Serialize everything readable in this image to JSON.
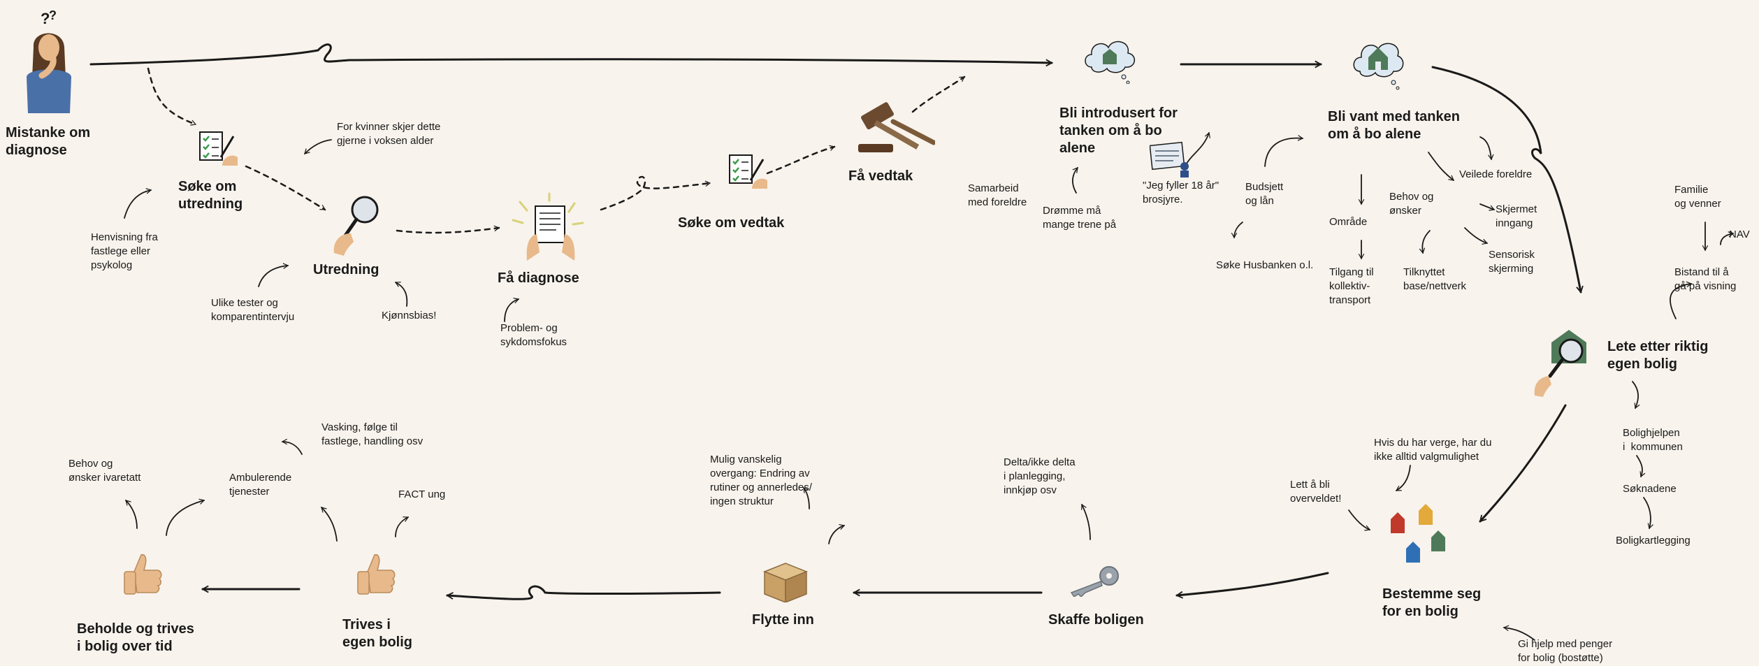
{
  "stages": {
    "mistanke": "Mistanke om\ndiagnose",
    "soke_utredning": "Søke om\nutredning",
    "utredning": "Utredning",
    "fa_diagnose": "Få diagnose",
    "soke_vedtak": "Søke om vedtak",
    "fa_vedtak": "Få vedtak",
    "introdusert": "Bli introdusert for\ntanken om å bo\nalene",
    "vant": "Bli vant med tanken\nom å bo alene",
    "lete": "Lete etter riktig\negen bolig",
    "bestemme": "Bestemme seg\nfor en bolig",
    "skaffe": "Skaffe boligen",
    "flytte": "Flytte inn",
    "trives": "Trives i\negen bolig",
    "beholde": "Beholde og trives\ni bolig over tid"
  },
  "notes": {
    "henvisning": "Henvisning fra\nfastlege eller\npsykolog",
    "kvinner": "For kvinner skjer dette\ngjerne i voksen alder",
    "tester": "Ulike tester og\nkomparentintervju",
    "kjonnsbias": "Kjønnsbias!",
    "problem": "Problem- og\nsykdomsfokus",
    "samarbeid": "Samarbeid\nmed foreldre",
    "dromme": "Drømme må\nmange trene på",
    "brosjyre": "\"Jeg fyller 18 år\"\nbrosjyre.",
    "budsjett": "Budsjett\nog lån",
    "husbanken": "Søke Husbanken o.l.",
    "omrade": "Område",
    "tilgang": "Tilgang til\nkollektiv-\ntransport",
    "veilede": "Veilede foreldre",
    "behov_onsker": "Behov og\nønsker",
    "skjermet": "Skjermet\ninngang",
    "tilknyttet": "Tilknyttet\nbase/nettverk",
    "sensorisk": "Sensorisk\nskjerming",
    "familie": "Familie\nog venner",
    "nav": "NAV",
    "bistand": "Bistand til å\ngå på visning",
    "bolighjelpen": "Bolighjelpen\ni  kommunen",
    "soknadene": "Søknadene",
    "boligkartlegging": "Boligkartlegging",
    "verge": "Hvis du har verge, har du\nikke alltid valgmulighet",
    "overveldet": "Lett å bli\noverveldet!",
    "bostotte": "Gi hjelp med penger\nfor bolig (bostøtte)",
    "delta": "Delta/ikke delta\ni planlegging,\ninnkjøp osv",
    "overgang": "Mulig vanskelig\novergang: Endring av\nrutiner og annerledes/\ningen struktur",
    "vasking": "Vasking, følge til\nfastlege, handling osv",
    "ambulerende": "Ambulerende\ntjenester",
    "fact": "FACT ung",
    "ivaretatt": "Behov og\nønsker ivaretatt"
  },
  "colors": {
    "background": "#f8f3ec",
    "ink": "#1a1a1a",
    "skin": "#e8b98a",
    "house_green": "#4f7a59",
    "house_red": "#c0392b",
    "house_yellow": "#e3a93a",
    "house_blue": "#2f6fb5"
  }
}
